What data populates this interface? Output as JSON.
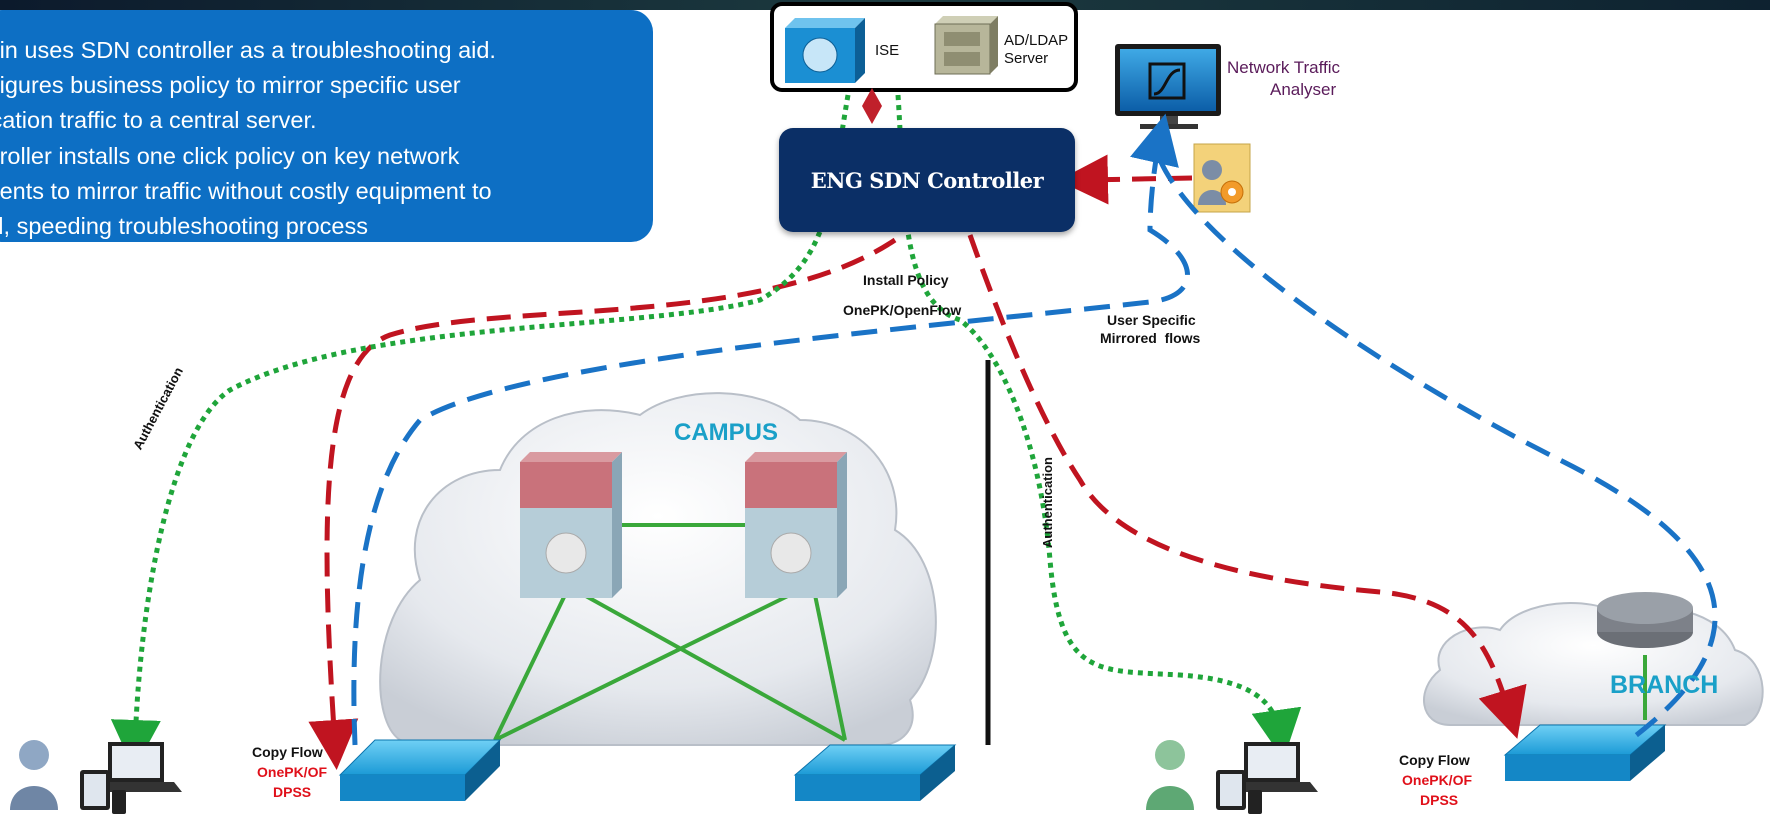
{
  "callout": {
    "lines": [
      "min uses SDN controller as a troubleshooting aid.",
      "nfigures business policy to mirror specific user",
      "lication traffic to a central server.",
      "ntroller installs one click policy on key network",
      "ments to mirror traffic without costly equipment to",
      "all, speeding troubleshooting process"
    ]
  },
  "servers": {
    "ise": "ISE",
    "ldap_line1": "AD/LDAP",
    "ldap_line2": "Server"
  },
  "analyser": {
    "line1": "Network Traffic",
    "line2": "Analyser"
  },
  "controller": {
    "label": "ENG SDN Controller"
  },
  "labels": {
    "install_policy": "Install Policy",
    "protocol": "OnePK/OpenFlow",
    "user_specific": "User Specific",
    "mirrored_flows": "Mirrored  flows",
    "authentication_left": "Authentication",
    "authentication_mid": "Authentication"
  },
  "campus": {
    "label": "CAMPUS"
  },
  "branch": {
    "label": "BRANCH"
  },
  "copy_flow_left": {
    "title": "Copy Flow",
    "proto": "OnePK/OF",
    "dpss": "DPSS"
  },
  "copy_flow_right": {
    "title": "Copy Flow",
    "proto": "OnePK/OF",
    "dpss": "DPSS"
  },
  "colors": {
    "red_dash": "#c01420",
    "blue_dash": "#1a73c6",
    "green_dot": "#1fa53a",
    "callout_bg": "#0d6fc4",
    "controller_bg": "#0b2f66",
    "cloud_label": "#1aa0c8",
    "link_green": "#3aa83a"
  },
  "icons": [
    "ise-server-icon",
    "ldap-server-icon",
    "monitor-icon",
    "admin-icon",
    "multilayer-switch-icon",
    "access-switch-icon",
    "router-icon",
    "user-icon",
    "laptop-icon",
    "tablet-icon",
    "phone-icon"
  ]
}
